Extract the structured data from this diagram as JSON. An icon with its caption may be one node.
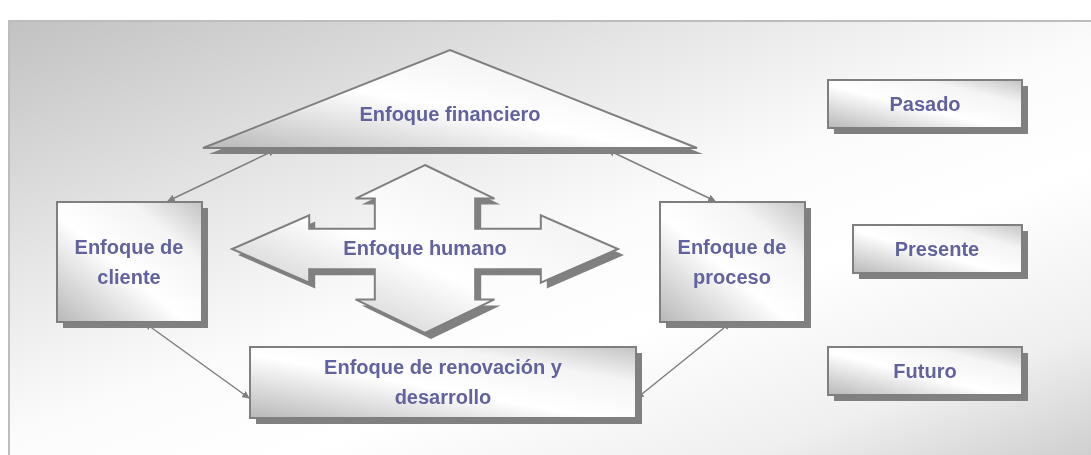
{
  "diagram": {
    "nodes": [
      {
        "text": [
          "Enfoque financiero"
        ]
      },
      {
        "text": [
          "Enfoque de cliente"
        ]
      },
      {
        "text": [
          "Enfoque humano"
        ]
      },
      {
        "text": [
          "Enfoque de proceso"
        ]
      },
      {
        "text": [
          "Enfoque de renovación y desarrollo"
        ]
      },
      {
        "text": [
          "Pasado"
        ]
      },
      {
        "text": [
          "Presente"
        ]
      },
      {
        "text": [
          "Futuro"
        ]
      }
    ],
    "edges": [
      {
        "from": 1,
        "to": 0,
        "arrow": "both"
      },
      {
        "from": 0,
        "to": 3,
        "arrow": "both"
      },
      {
        "from": 1,
        "to": 4,
        "arrow": "both"
      },
      {
        "from": 3,
        "to": 4,
        "arrow": "both"
      }
    ]
  }
}
